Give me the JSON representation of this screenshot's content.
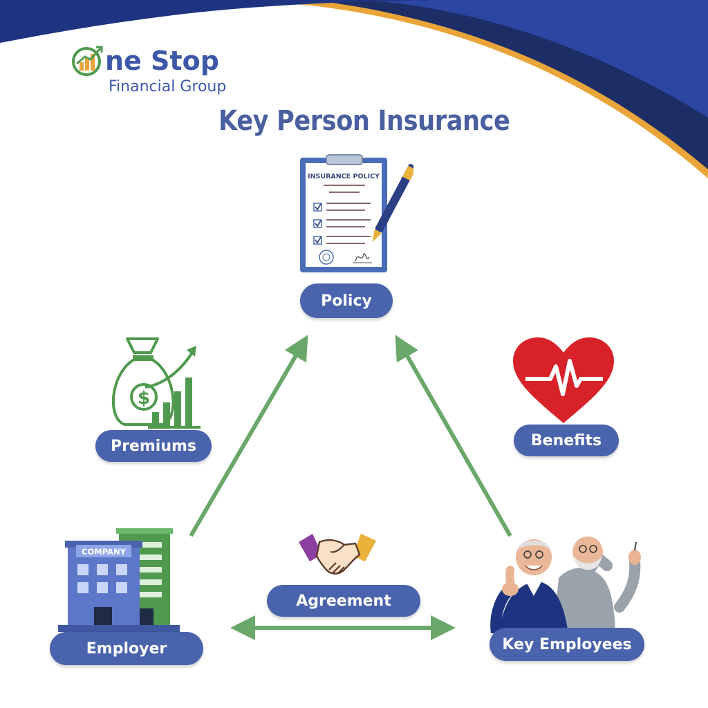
{
  "brand": {
    "logo_main": "ne Stop",
    "logo_sub": "Financial Group"
  },
  "title": "Key Person Insurance",
  "policy_document": {
    "heading": "INSURANCE POLICY"
  },
  "company_sign": "COMPANY",
  "nodes": {
    "policy": "Policy",
    "premiums": "Premiums",
    "benefits": "Benefits",
    "agreement": "Agreement",
    "employer": "Employer",
    "key_employees": "Key Employees"
  },
  "colors": {
    "navy": "#1e3480",
    "pill": "#4a63ad",
    "title": "#4a5f9f",
    "arrow": "#6aa86a",
    "gold": "#f0a830",
    "heart": "#d72229",
    "money_green": "#4f9a4f"
  }
}
